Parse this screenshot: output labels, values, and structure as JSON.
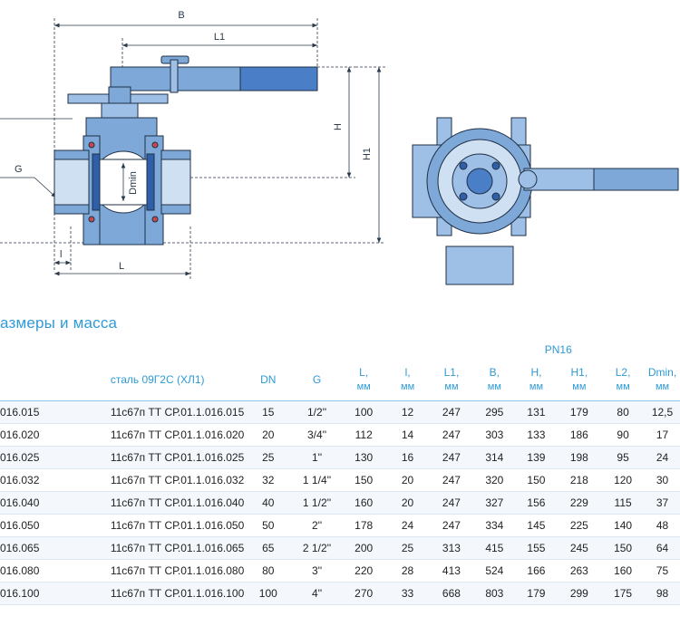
{
  "drawing": {
    "dims": {
      "B": "B",
      "L1": "L1",
      "H": "H",
      "H1": "H1",
      "G": "G",
      "Dmin": "Dmin",
      "l": "l",
      "L": "L"
    },
    "colors": {
      "body": "#7ea8d8",
      "line": "#1f2f44",
      "accent": "#2f5fa8",
      "handle": "#4a7fc8"
    }
  },
  "section_title": "азмеры и масса",
  "table": {
    "group_label": "PN16",
    "headers": [
      {
        "name": "",
        "unit": ""
      },
      {
        "name": "сталь 09Г2С (ХЛ1)",
        "unit": ""
      },
      {
        "name": "DN",
        "unit": ""
      },
      {
        "name": "G",
        "unit": ""
      },
      {
        "name": "L,",
        "unit": "мм"
      },
      {
        "name": "l,",
        "unit": "мм"
      },
      {
        "name": "L1,",
        "unit": "мм"
      },
      {
        "name": "B,",
        "unit": "мм"
      },
      {
        "name": "H,",
        "unit": "мм"
      },
      {
        "name": "H1,",
        "unit": "мм"
      },
      {
        "name": "L2,",
        "unit": "мм"
      },
      {
        "name": "Dmin,",
        "unit": "мм"
      }
    ],
    "rows": [
      [
        "016.015",
        "11с67п ТТ СР.01.1.016.015",
        "15",
        "1/2''",
        "100",
        "12",
        "247",
        "295",
        "131",
        "179",
        "80",
        "12,5"
      ],
      [
        "016.020",
        "11с67п ТТ СР.01.1.016.020",
        "20",
        "3/4''",
        "112",
        "14",
        "247",
        "303",
        "133",
        "186",
        "90",
        "17"
      ],
      [
        "016.025",
        "11с67п ТТ СР.01.1.016.025",
        "25",
        "1''",
        "130",
        "16",
        "247",
        "314",
        "139",
        "198",
        "95",
        "24"
      ],
      [
        "016.032",
        "11с67п ТТ СР.01.1.016.032",
        "32",
        "1 1/4''",
        "150",
        "20",
        "247",
        "320",
        "150",
        "218",
        "120",
        "30"
      ],
      [
        "016.040",
        "11с67п ТТ СР.01.1.016.040",
        "40",
        "1 1/2''",
        "160",
        "20",
        "247",
        "327",
        "156",
        "229",
        "115",
        "37"
      ],
      [
        "016.050",
        "11с67п ТТ СР.01.1.016.050",
        "50",
        "2''",
        "178",
        "24",
        "247",
        "334",
        "145",
        "225",
        "140",
        "48"
      ],
      [
        "016.065",
        "11с67п ТТ СР.01.1.016.065",
        "65",
        "2 1/2''",
        "200",
        "25",
        "313",
        "415",
        "155",
        "245",
        "150",
        "64"
      ],
      [
        "016.080",
        "11с67п ТТ СР.01.1.016.080",
        "80",
        "3''",
        "220",
        "28",
        "413",
        "524",
        "166",
        "263",
        "160",
        "75"
      ],
      [
        "016.100",
        "11с67п ТТ СР.01.1.016.100",
        "100",
        "4''",
        "270",
        "33",
        "668",
        "803",
        "179",
        "299",
        "175",
        "98"
      ]
    ]
  }
}
